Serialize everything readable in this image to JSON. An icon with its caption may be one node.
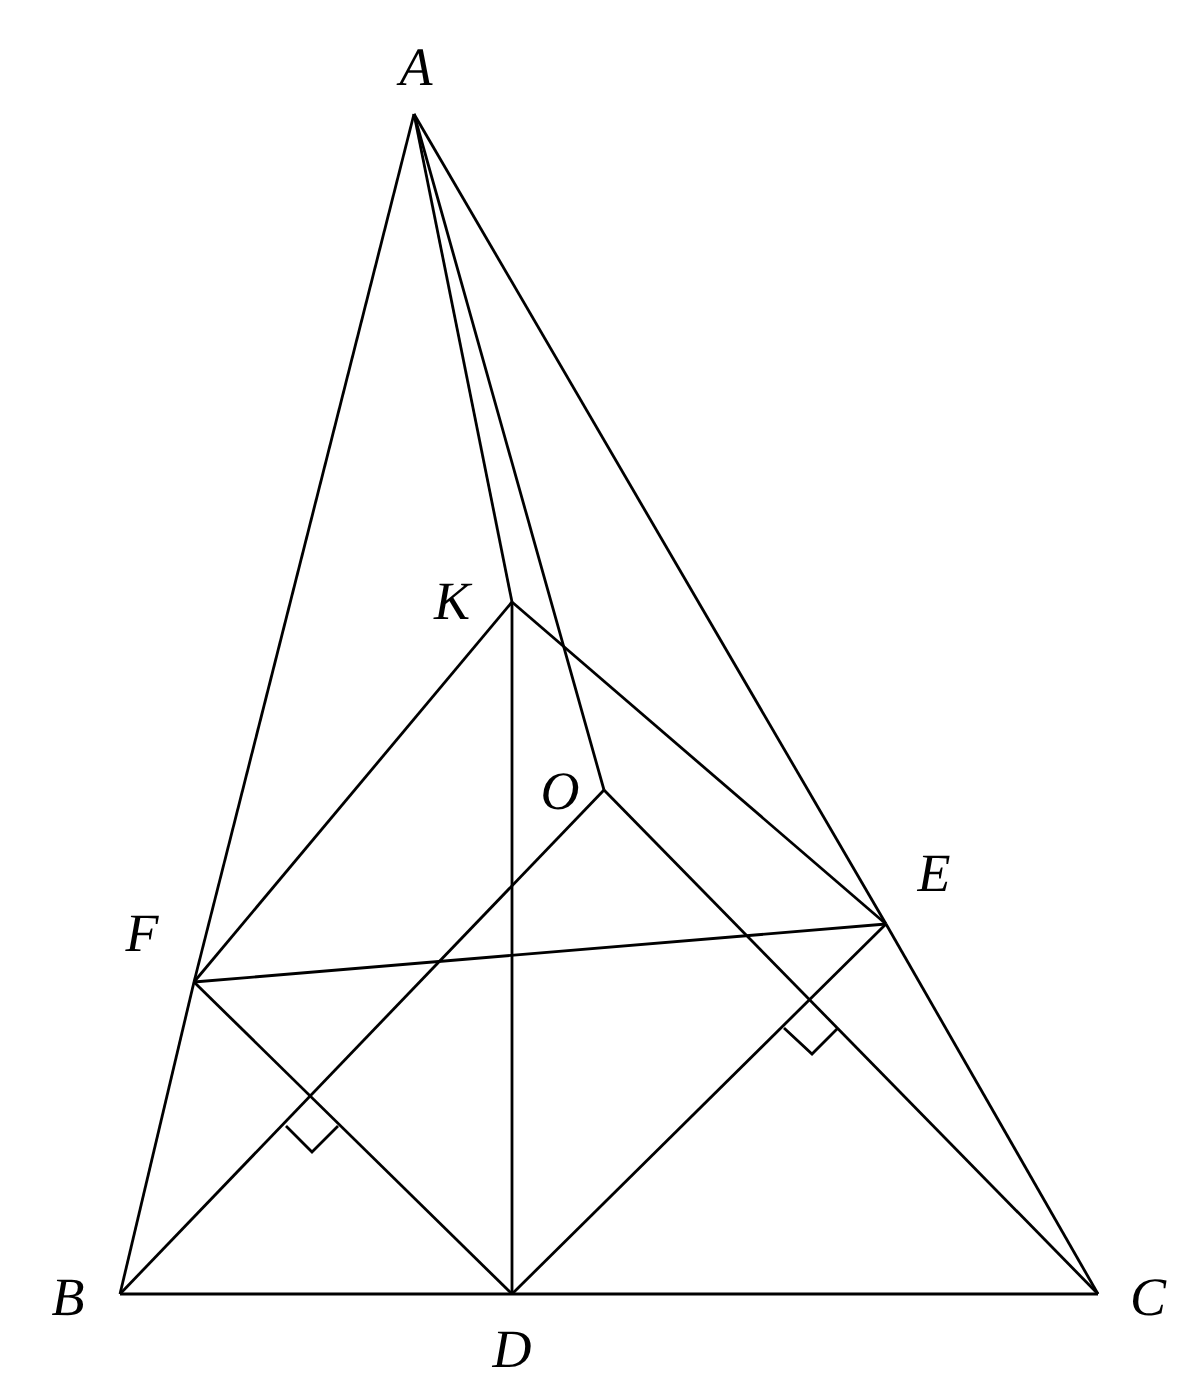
{
  "diagram": {
    "nodes": [
      {
        "text": [
          "A"
        ]
      },
      {
        "text": [
          "K"
        ]
      },
      {
        "text": [
          "O"
        ]
      },
      {
        "text": [
          "E"
        ]
      },
      {
        "text": [
          "F"
        ]
      },
      {
        "text": [
          "B"
        ]
      },
      {
        "text": [
          "D"
        ]
      },
      {
        "text": [
          "C"
        ]
      }
    ],
    "edges": [
      {
        "from": 0,
        "to": 4,
        "arrow": "none"
      },
      {
        "from": 4,
        "to": 5,
        "arrow": "none"
      },
      {
        "from": 0,
        "to": 3,
        "arrow": "none"
      },
      {
        "from": 3,
        "to": 7,
        "arrow": "none"
      },
      {
        "from": 0,
        "to": 1,
        "arrow": "none"
      },
      {
        "from": 0,
        "to": 2,
        "arrow": "none"
      },
      {
        "from": 1,
        "to": 4,
        "arrow": "none"
      },
      {
        "from": 1,
        "to": 3,
        "arrow": "none"
      },
      {
        "from": 1,
        "to": 6,
        "arrow": "none"
      },
      {
        "from": 2,
        "to": 5,
        "arrow": "none"
      },
      {
        "from": 2,
        "to": 7,
        "arrow": "none"
      },
      {
        "from": 4,
        "to": 3,
        "arrow": "none"
      },
      {
        "from": 4,
        "to": 6,
        "arrow": "none"
      },
      {
        "from": 6,
        "to": 3,
        "arrow": "none"
      },
      {
        "from": 5,
        "to": 6,
        "arrow": "none"
      },
      {
        "from": 6,
        "to": 7,
        "arrow": "none"
      }
    ]
  }
}
